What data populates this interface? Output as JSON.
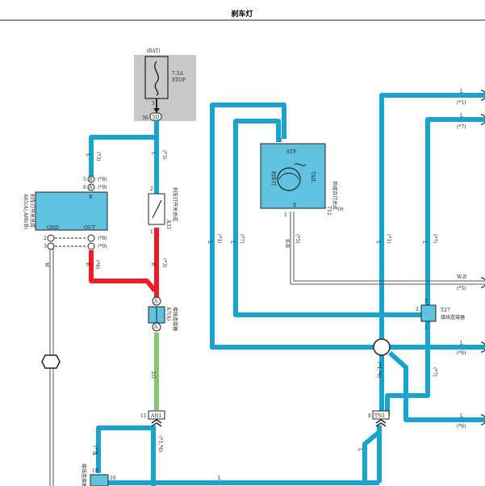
{
  "title": "刹车灯",
  "colors": {
    "blue": "#1ba3cf",
    "red": "#ee1c24",
    "green": "#86c46e",
    "gray_box": "#c8c8c8",
    "stop_box": "#5fc3e0"
  },
  "fuse": {
    "bat": "(BAT)",
    "rating": "7.5A",
    "name": "STOP",
    "pin_top": "3",
    "pin_side": "36",
    "connector": "5D"
  },
  "brake_switch_assy": {
    "id_line1": "A65(A),A66(B)",
    "id_line2": "刹车灯开关总成",
    "pin_top_b": "B",
    "pin_5": "5",
    "pin_6": "6",
    "pin_2": "2",
    "pin_3": "3",
    "tag_b": "B",
    "gnd": "GND",
    "out": "OUT",
    "b_b": "B",
    "b_a": "A",
    "n8_1": "(*8)",
    "n9_1": "(*9)",
    "n8_2": "(*8)",
    "n9_2": "(*9)",
    "n6": "(*6)"
  },
  "switch": {
    "id_line1": "A33",
    "id_line2": "刹车灯开关总成",
    "pin_2": "2",
    "pin_1": "1",
    "n3": "(*3)",
    "n3b": "(*3)"
  },
  "joint_connector_left": {
    "id_line1": "A7(A)",
    "id_line2": "接线连接器",
    "tag_a1": "A",
    "tag_a2": "A"
  },
  "stop_lamp": {
    "id_line1": "T12",
    "id_line2": "后组合灯总成",
    "id_line3": "左",
    "stp": "STP",
    "lamp_label": "刹车灯",
    "tail": "TAIL",
    "pin_3": "3",
    "pin_1": "1",
    "e": "E"
  },
  "joint_connector_right": {
    "id_line1": "T27",
    "id_line2": "接线连接器",
    "pin_3": "3",
    "pin_2": "2",
    "pin_1": "1"
  },
  "wire_labels": {
    "w_lw": "L",
    "w_r": "R",
    "w_lg": "LG",
    "w_w": "W",
    "w_rb": "R-B",
    "w_wb": "W-B",
    "w_l1": "L",
    "w_l2": "L",
    "w_l3": "L",
    "w_l4": "L",
    "w_l5": "L",
    "w_l6": "L",
    "w_l7": "L",
    "w_l8": "L",
    "n1": "(*1)",
    "n7": "(*7)",
    "n5": "(*5)",
    "n6": "(*6)",
    "n1b": "(*1)",
    "n7b": "(*7)",
    "n1c": "(*1)",
    "n7c": "(*7)",
    "n1d": "(*1)",
    "n14_6": "(*1,*6)",
    "n7d": "(*7)",
    "n7e": "(*7)",
    "n14_6b": "(*1,*6)",
    "n6b": "(*6)",
    "n5b": "(*5)",
    "n3": "(*3)",
    "n5c": "(*5)"
  },
  "connectors": {
    "an1_pin": "11",
    "an1": "AN1",
    "tn1_pin": "8",
    "tn1": "TN1",
    "bl_pin18": "18",
    "bl_pin16": "16",
    "bl_label": "接线连接器"
  }
}
